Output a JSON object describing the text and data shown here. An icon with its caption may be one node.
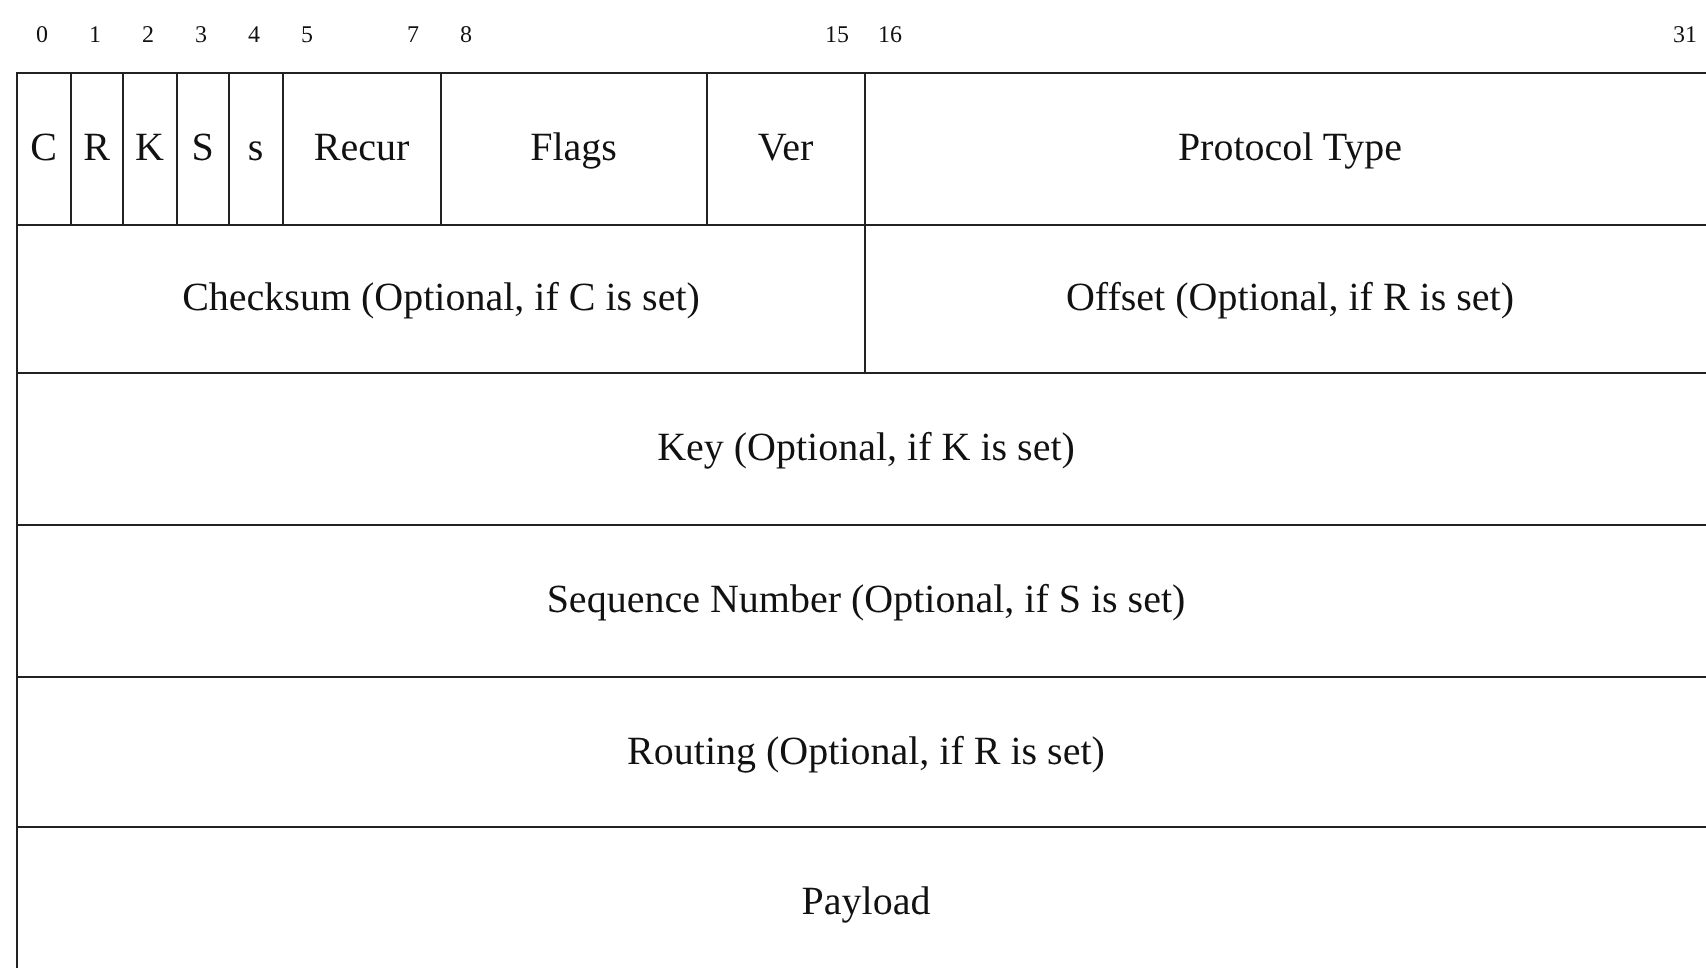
{
  "diagram": {
    "nodes": [
      {
        "text": [
          "C"
        ]
      },
      {
        "text": [
          "R"
        ]
      },
      {
        "text": [
          "K"
        ]
      },
      {
        "text": [
          "S"
        ]
      },
      {
        "text": [
          "s"
        ]
      },
      {
        "text": [
          "Recur"
        ]
      },
      {
        "text": [
          "Flags"
        ]
      },
      {
        "text": [
          "Ver"
        ]
      },
      {
        "text": [
          "Protocol Type"
        ]
      },
      {
        "text": [
          "Checksum (Optional, if C is set)"
        ]
      },
      {
        "text": [
          "Offset (Optional, if R is set)"
        ]
      },
      {
        "text": [
          "Key (Optional, if K is set)"
        ]
      },
      {
        "text": [
          "Sequence Number (Optional, if S is set)"
        ]
      },
      {
        "text": [
          "Routing (Optional, if R is set)"
        ]
      },
      {
        "text": [
          "Payload"
        ]
      }
    ],
    "labels": [
      "0",
      "1",
      "2",
      "3",
      "4",
      "5",
      "7",
      "8",
      "15",
      "16",
      "31"
    ]
  }
}
